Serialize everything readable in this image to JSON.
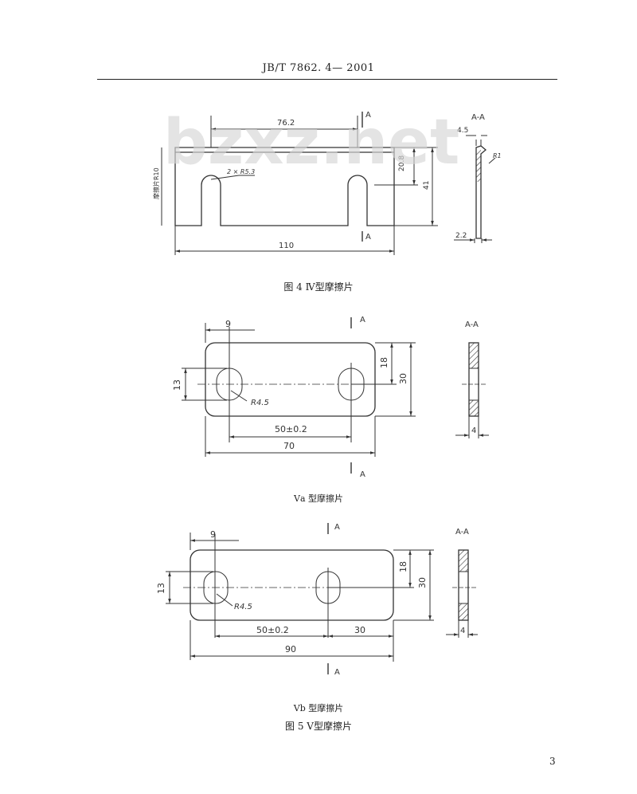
{
  "header": {
    "standard": "JB/T  7862. 4— 2001"
  },
  "watermark": "bzxz.net",
  "figures": {
    "fig4": {
      "caption": "图 4    Ⅳ型摩擦片",
      "dims": {
        "top": "76.2",
        "w": "110",
        "h1": "20.8",
        "h2": "41",
        "slot": "2 × R5.3",
        "left": "摩擦片R10"
      },
      "section": {
        "title": "A-A",
        "d1": "4.5",
        "d2": "2.2",
        "r": "R1"
      },
      "cut_mark": "A"
    },
    "va": {
      "caption": "Ⅴa 型摩擦片",
      "dims": {
        "d9": "9",
        "d13": "13",
        "r": "R4.5",
        "pitch": "50±0.2",
        "w": "70",
        "h18": "18",
        "h30": "30"
      },
      "section": {
        "title": "A-A",
        "t": "4"
      },
      "cut_mark": "A"
    },
    "vb": {
      "caption": "Ⅴb 型摩擦片",
      "dims": {
        "d9": "9",
        "d13": "13",
        "r": "R4.5",
        "pitch": "50±0.2",
        "p30": "30",
        "w": "90",
        "h18": "18",
        "h30": "30"
      },
      "section": {
        "title": "A-A",
        "t": "4"
      },
      "cut_mark": "A"
    },
    "fig5": {
      "caption": "图 5    Ⅴ型摩擦片"
    }
  },
  "page_number": "3"
}
